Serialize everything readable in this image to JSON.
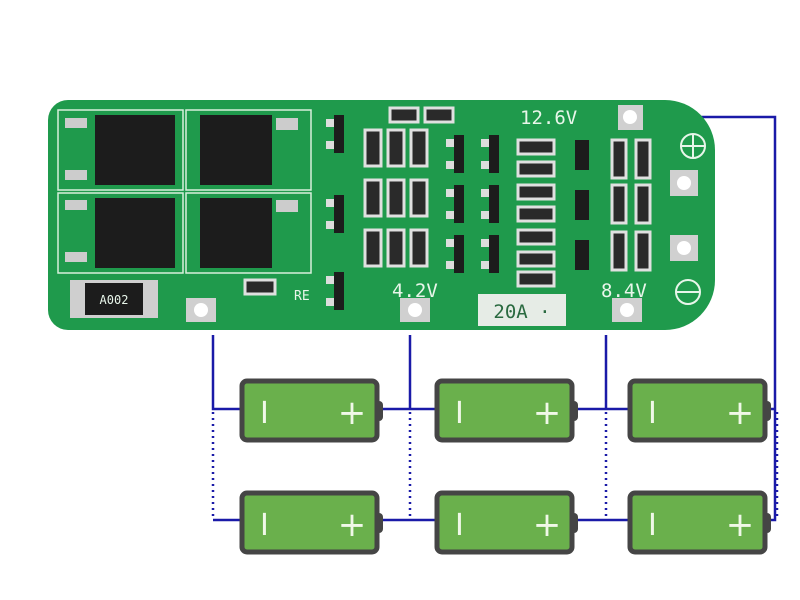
{
  "board": {
    "labels": {
      "b_plus": "12.6V",
      "mid1": "4.2V",
      "mid2": "8.4V",
      "current": "20A ·",
      "shunt": "A002",
      "re": "RE"
    },
    "colors": {
      "pcb": "#1f9a4c",
      "wire": "#1a1aa8",
      "battery": "#6ab04c",
      "battery_outline": "#454545"
    }
  },
  "batteries": {
    "neg_symbol": "I",
    "pos_symbol": "+",
    "rows": 2,
    "per_row": 3
  }
}
